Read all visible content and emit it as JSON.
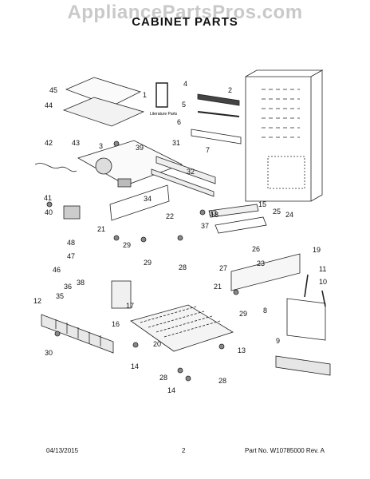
{
  "watermark": "AppliancePartsPros.com",
  "title": "CABINET PARTS",
  "literature_label": "Literature Parts",
  "footer": {
    "date": "04/13/2015",
    "page": "2",
    "part_rev": "Part No. W10785000  Rev. A"
  },
  "callouts": [
    "45",
    "44",
    "1",
    "4",
    "2",
    "5",
    "6",
    "7",
    "3",
    "39",
    "42",
    "43",
    "31",
    "32",
    "34",
    "33",
    "18",
    "41",
    "40",
    "22",
    "37",
    "15",
    "25",
    "24",
    "21",
    "29",
    "29",
    "28",
    "48",
    "47",
    "46",
    "26",
    "19",
    "27",
    "23",
    "11",
    "10",
    "21",
    "29",
    "38",
    "36",
    "12",
    "35",
    "17",
    "16",
    "8",
    "30",
    "20",
    "13",
    "14",
    "9",
    "28",
    "28",
    "14"
  ]
}
